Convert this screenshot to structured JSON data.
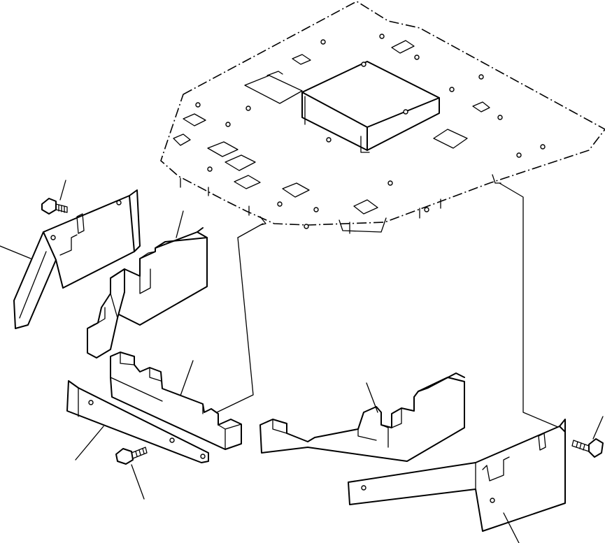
{
  "figure": {
    "type": "exploded-parts-diagram",
    "parts": [
      {
        "name": "floor-plate"
      },
      {
        "name": "left-cover-plate"
      },
      {
        "name": "left-upper-insulation-block"
      },
      {
        "name": "left-lower-insulation-block"
      },
      {
        "name": "front-cover-plate"
      },
      {
        "name": "right-insulation-block"
      },
      {
        "name": "right-cover-plate"
      },
      {
        "name": "bolt-left-upper"
      },
      {
        "name": "bolt-left-lower"
      },
      {
        "name": "bolt-right"
      }
    ],
    "leader_lines": 8,
    "background": "#ffffff",
    "line_color": "#000000"
  }
}
